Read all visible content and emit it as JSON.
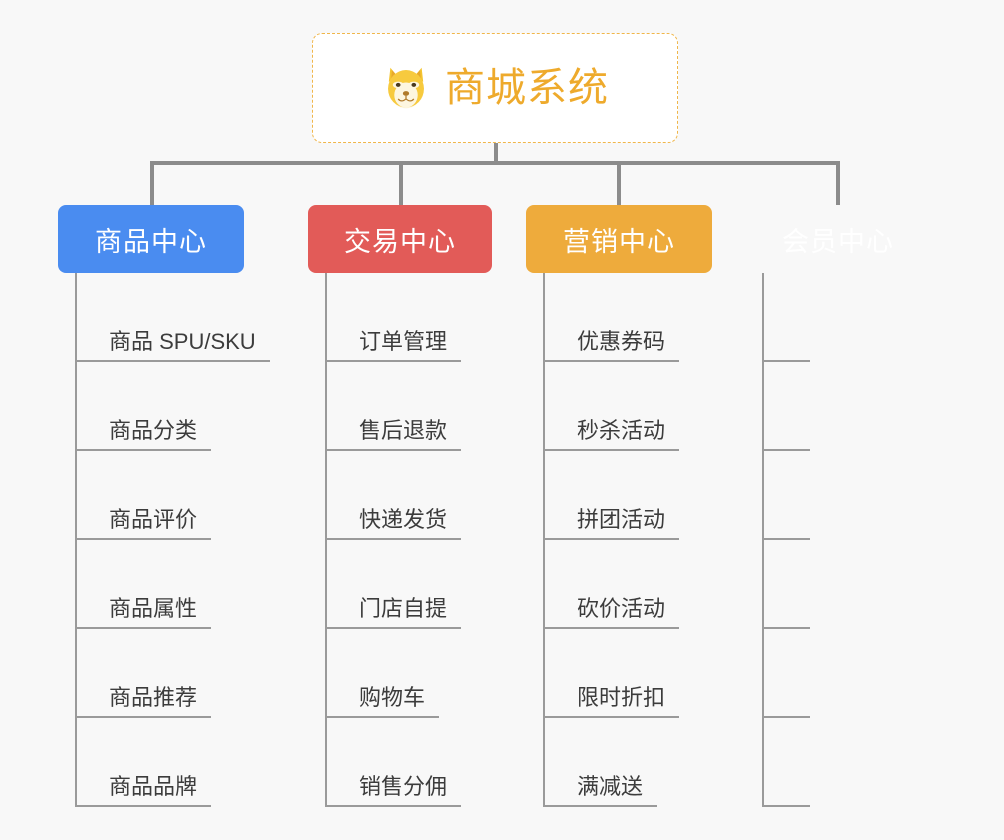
{
  "page": {
    "background_color": "#f8f8f8",
    "type": "mindmap-org-chart"
  },
  "root": {
    "title": "商城系统",
    "icon": "shiba-dog-face-emoji",
    "text_color": "#eeaa2c",
    "border_color": "#f0b64a",
    "background_color": "#ffffff"
  },
  "connector": {
    "color": "#8c8c8c"
  },
  "columns": [
    {
      "label": "商品中心",
      "color": "#4a8cf0",
      "items": [
        "商品 SPU/SKU",
        "商品分类",
        "商品评价",
        "商品属性",
        "商品推荐",
        "商品品牌"
      ]
    },
    {
      "label": "交易中心",
      "color": "#e25b58",
      "items": [
        "订单管理",
        "售后退款",
        "快递发货",
        "门店自提",
        "购物车",
        "销售分佣"
      ]
    },
    {
      "label": "营销中心",
      "color": "#eeab3c",
      "items": [
        "优惠券码",
        "秒杀活动",
        "拼团活动",
        "砍价活动",
        "限时折扣",
        "满减送"
      ]
    },
    {
      "label": "会员中心",
      "color": "#77c košt"
    }
  ]
}
